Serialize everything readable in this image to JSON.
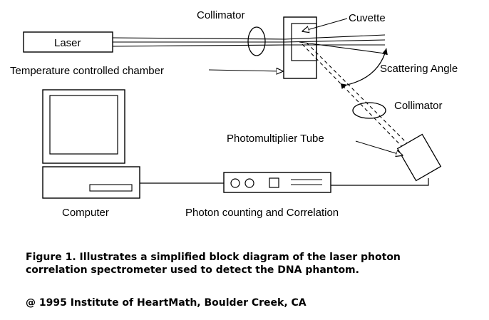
{
  "labels": {
    "laser": "Laser",
    "collimator_top": "Collimator",
    "cuvette": "Cuvette",
    "chamber": "Temperature controlled chamber",
    "scattering_angle": "Scattering Angle",
    "collimator_side": "Collimator",
    "pmt": "Photomultiplier Tube",
    "computer": "Computer",
    "counter": "Photon counting and Correlation"
  },
  "caption": {
    "line1": "Figure 1. Illustrates a simplified block diagram of the laser photon",
    "line2": "correlation spectrometer used to detect the DNA phantom.",
    "copyright": "@ 1995 Institute of HeartMath, Boulder Creek, CA"
  }
}
